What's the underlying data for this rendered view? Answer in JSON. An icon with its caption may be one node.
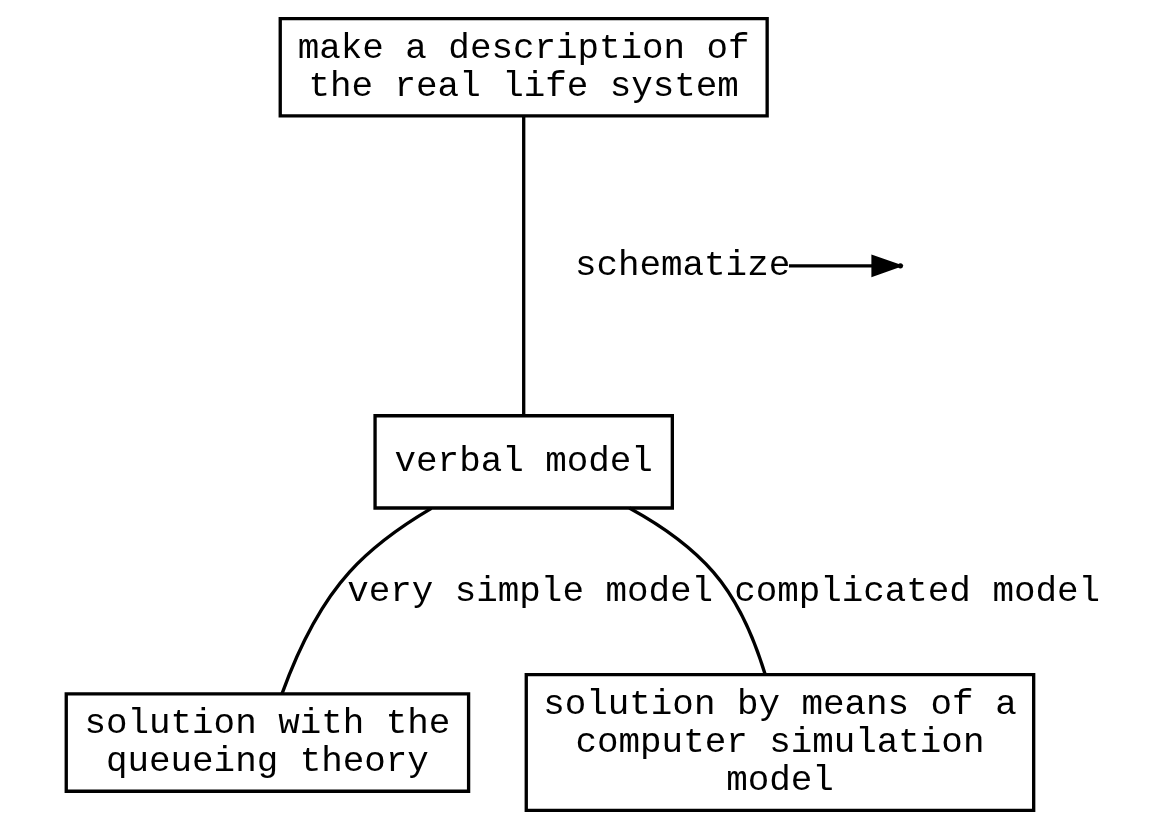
{
  "diagram": {
    "nodes": [
      {
        "text": [
          "make a description of the real life system"
        ]
      },
      {
        "text": [
          "verbal model"
        ]
      },
      {
        "text": [
          "solution with the queueing theory"
        ]
      },
      {
        "text": [
          "solution by means of a computer simulation model"
        ]
      },
      {
        "text": [
          "schematize"
        ]
      }
    ],
    "edges": [
      {
        "from": 0,
        "to": 1,
        "arrow": "none"
      },
      {
        "from": 4,
        "to": null,
        "arrow": "to"
      },
      {
        "from": 1,
        "to": 2,
        "arrow": "none",
        "label": "very simple model"
      },
      {
        "from": 1,
        "to": 3,
        "arrow": "none",
        "label": "complicated model"
      }
    ]
  }
}
